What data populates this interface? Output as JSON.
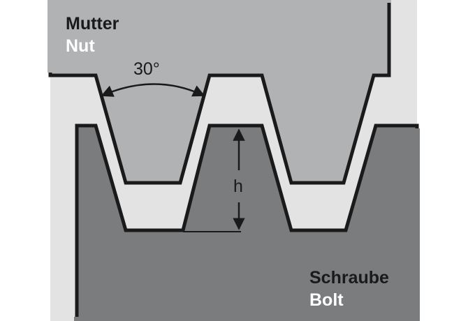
{
  "colors": {
    "background": "#ffffff",
    "gap": "#e3e3e3",
    "nut_fill": "#b0b2b4",
    "bolt_fill": "#7b7c7e",
    "outline": "#1a1a1a",
    "label_dark": "#1a1a1a",
    "label_light": "#ffffff"
  },
  "labels": {
    "nut_de": "Mutter",
    "nut_en": "Nut",
    "bolt_de": "Schraube",
    "bolt_en": "Bolt",
    "angle": "30°",
    "height": "h"
  },
  "icons": {
    "angle_dimension": "curved-double-arrow",
    "height_dimension": "vertical-double-arrow"
  }
}
